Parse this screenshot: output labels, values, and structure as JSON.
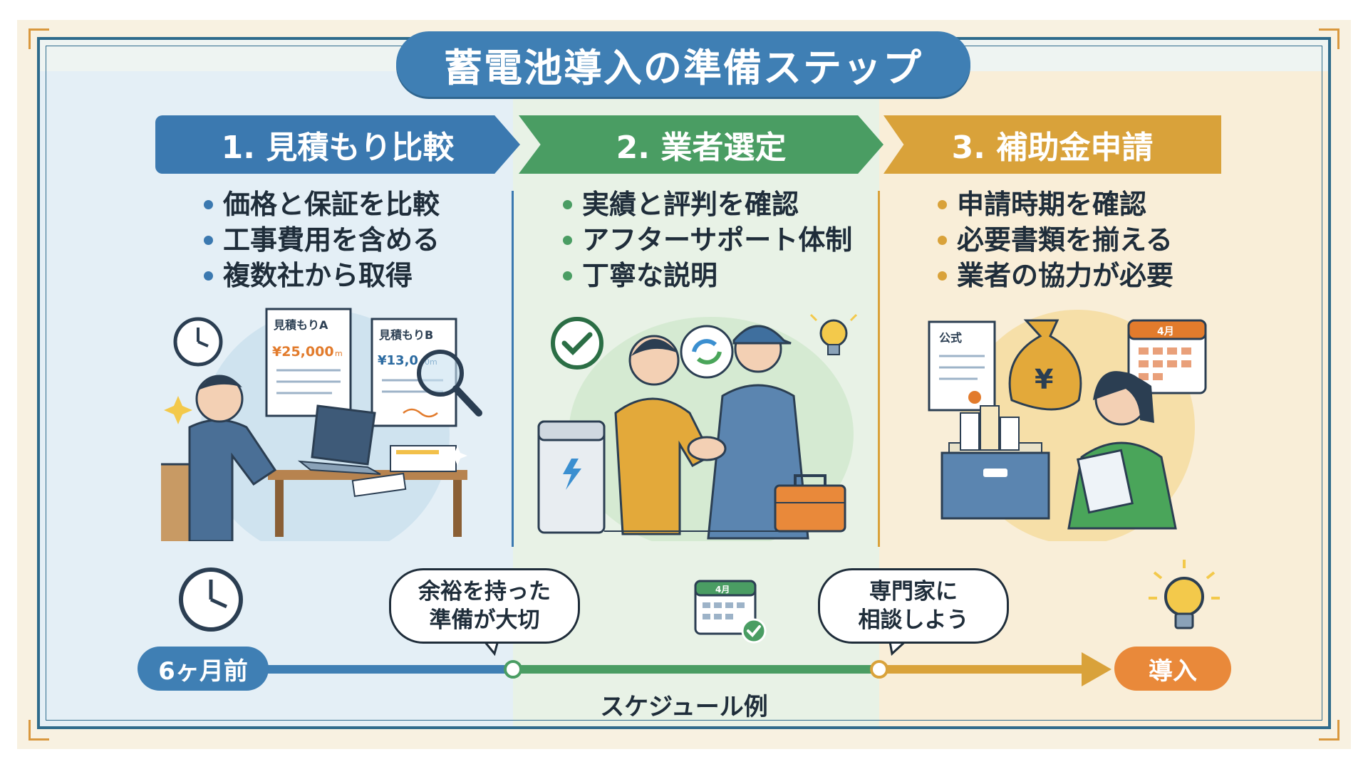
{
  "title": "蓄電池導入の準備ステップ",
  "colors": {
    "step1": "#3b79b0",
    "step2": "#4a9d63",
    "step3": "#d9a23a",
    "frame": "#2f6b8c",
    "accent_orange": "#e9893a"
  },
  "steps": [
    {
      "label": "1. 見積もり比較",
      "bullets": [
        "価格と保証を比較",
        "工事費用を含める",
        "複数社から取得"
      ],
      "illustration": {
        "doc_a_title": "見積もりA",
        "doc_a_price": "¥25,000",
        "doc_a_unit": "m",
        "doc_b_title": "見積もりB",
        "doc_b_price": "¥13,0",
        "doc_b_unit": "0m",
        "icons": [
          "clock-icon",
          "magnifier-icon",
          "laptop-icon",
          "sparkle-icon"
        ]
      }
    },
    {
      "label": "2. 業者選定",
      "bullets": [
        "実績と評判を確認",
        "アフターサポート体制",
        "丁寧な説明"
      ],
      "illustration": {
        "icons": [
          "check-circle-icon",
          "handshake-icon",
          "battery-unit-icon",
          "lightbulb-icon",
          "toolbox-icon"
        ]
      }
    },
    {
      "label": "3. 補助金申請",
      "bullets": [
        "申請時期を確認",
        "必要書類を揃える",
        "業者の協力が必要"
      ],
      "illustration": {
        "doc_label": "公式",
        "money_bag_symbol": "¥",
        "calendar_month": "4月",
        "icons": [
          "document-icon",
          "money-bag-icon",
          "calendar-icon",
          "file-box-icon"
        ]
      }
    }
  ],
  "timeline": {
    "start_label": "6ヶ月前",
    "end_label": "導入",
    "bubble1_line1": "余裕を持った",
    "bubble1_line2": "準備が大切",
    "bubble2_line1": "専門家に",
    "bubble2_line2": "相談しよう",
    "calendar_month": "4月",
    "schedule_label": "スケジュール例"
  }
}
